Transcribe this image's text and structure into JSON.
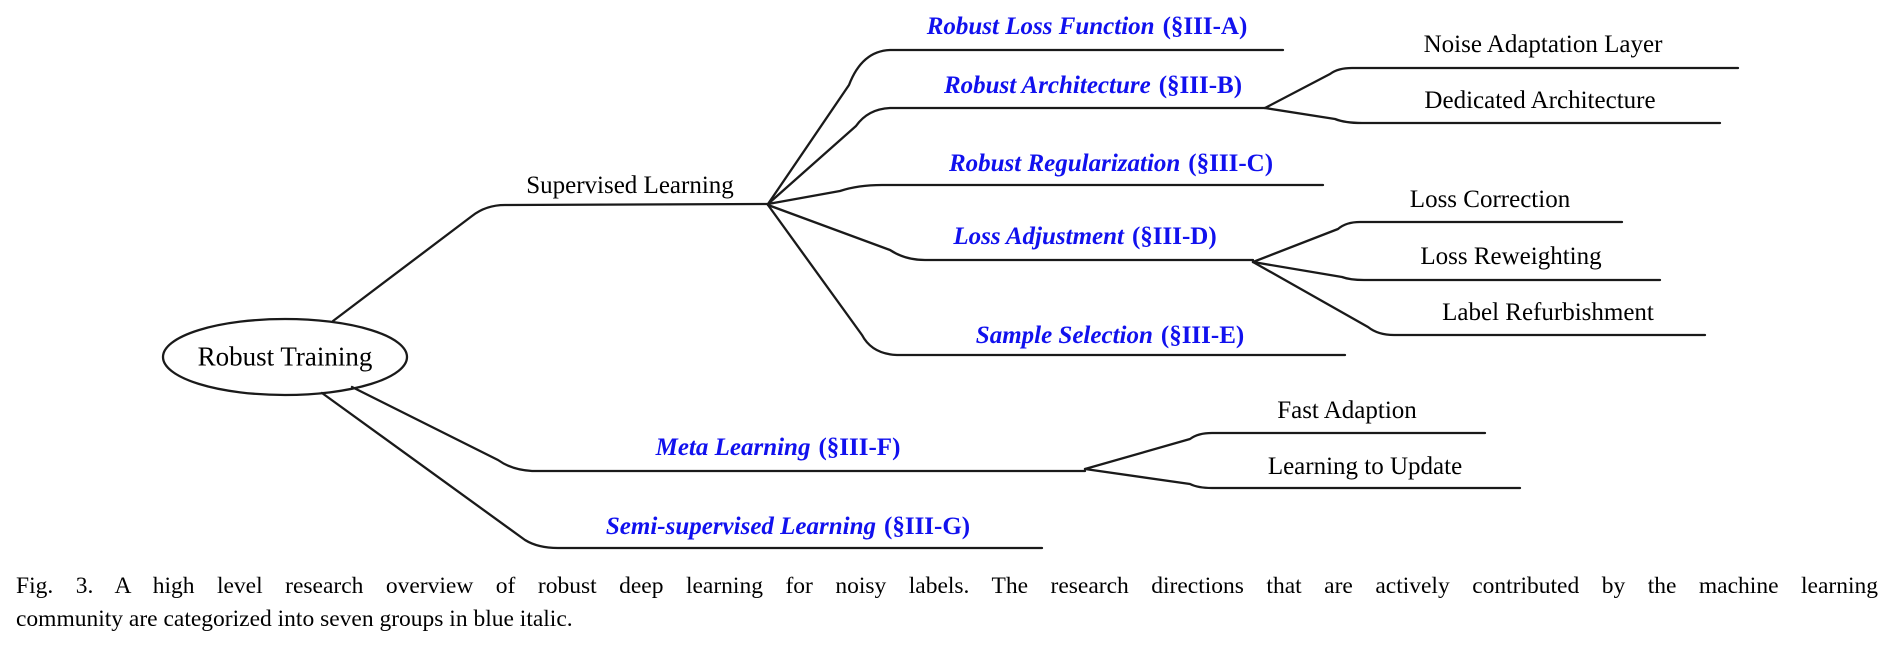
{
  "figure": {
    "root": "Robust Training",
    "branches": {
      "supervised": "Supervised Learning",
      "robust_loss": {
        "label": "Robust Loss Function",
        "ref": "(§III-A)"
      },
      "robust_arch": {
        "label": "Robust Architecture",
        "ref": "(§III-B)"
      },
      "robust_reg": {
        "label": "Robust Regularization",
        "ref": "(§III-C)"
      },
      "loss_adj": {
        "label": "Loss Adjustment",
        "ref": "(§III-D)"
      },
      "sample_sel": {
        "label": "Sample Selection",
        "ref": "(§III-E)"
      },
      "meta": {
        "label": "Meta Learning",
        "ref": "(§III-F)"
      },
      "semi": {
        "label": "Semi-supervised Learning",
        "ref": "(§III-G)"
      },
      "noise_adaptation": "Noise Adaptation Layer",
      "dedicated_arch": "Dedicated Architecture",
      "loss_correction": "Loss Correction",
      "loss_reweighting": "Loss Reweighting",
      "label_refurbishment": "Label Refurbishment",
      "fast_adaption": "Fast Adaption",
      "learning_to_update": "Learning to Update"
    },
    "colors": {
      "category_blue": "#1111ee",
      "line": "#1a1a1a"
    }
  },
  "caption": {
    "line1": "Fig. 3.  A high level research overview of robust deep learning for noisy labels. The research directions that are actively contributed by the machine learning",
    "line2": "community are categorized into seven groups in blue italic."
  }
}
